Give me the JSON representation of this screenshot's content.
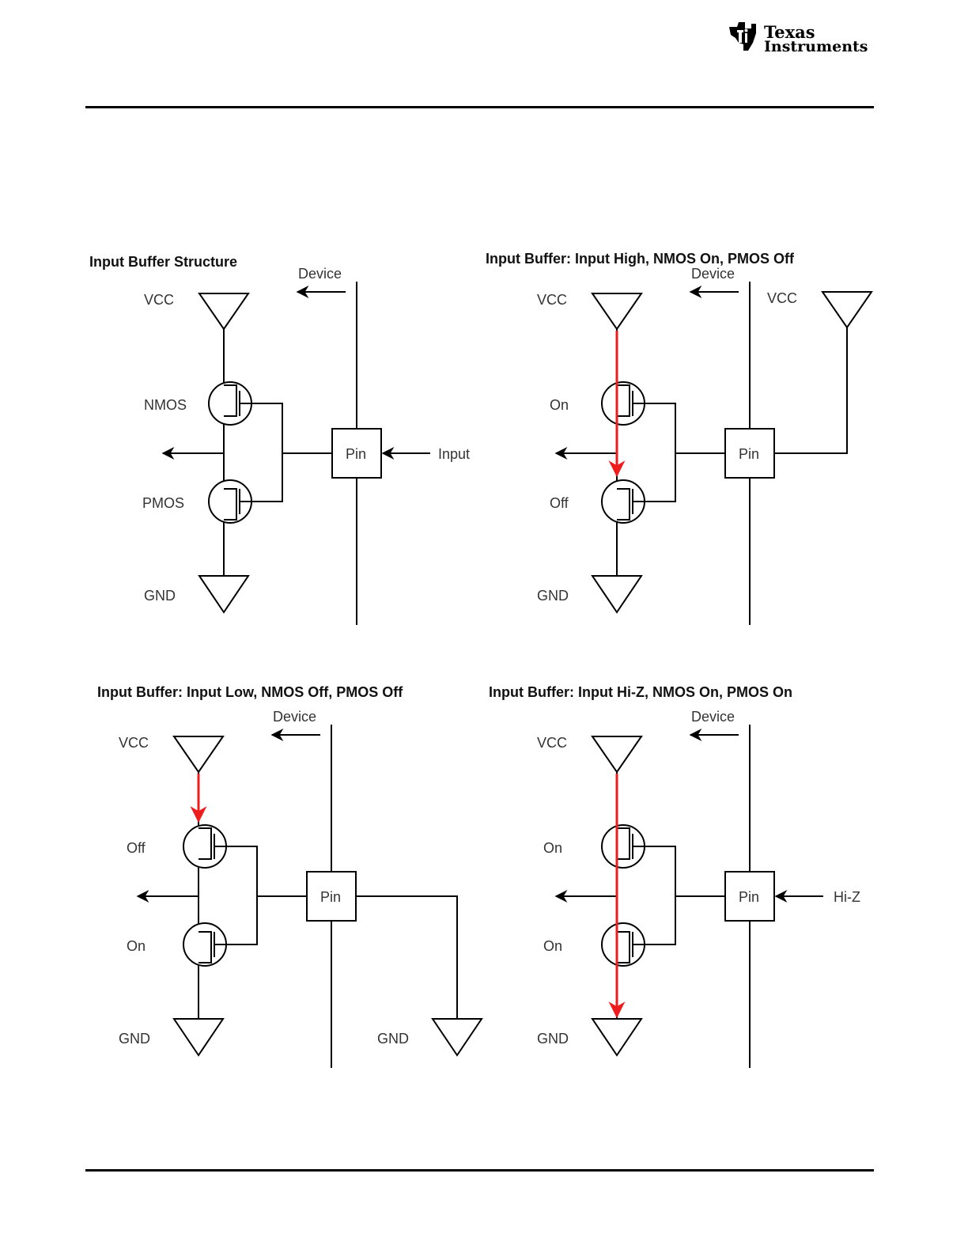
{
  "header": {
    "logo": {
      "line1": "Texas",
      "line2": "Instruments",
      "icon": "ti-logo-icon"
    }
  },
  "colors": {
    "current_path": "#ee1c1c",
    "line": "#000000"
  },
  "panels": [
    {
      "title": "Input Buffer Structure",
      "device": "Device",
      "vcc": "VCC",
      "gnd": "GND",
      "top_transistor": "NMOS",
      "bottom_transistor": "PMOS",
      "pin": "Pin",
      "input": "Input"
    },
    {
      "title": "Input Buffer: Input High, NMOS On, PMOS Off",
      "device": "Device",
      "vcc": "VCC",
      "gnd": "GND",
      "top_transistor": "On",
      "bottom_transistor": "Off",
      "pin": "Pin",
      "ext_vcc": "VCC"
    },
    {
      "title": "Input Buffer: Input Low, NMOS Off, PMOS Off",
      "device": "Device",
      "vcc": "VCC",
      "gnd": "GND",
      "top_transistor": "Off",
      "bottom_transistor": "On",
      "pin": "Pin",
      "ext_gnd": "GND"
    },
    {
      "title": "Input Buffer: Input Hi-Z, NMOS On, PMOS On",
      "device": "Device",
      "vcc": "VCC",
      "gnd": "GND",
      "top_transistor": "On",
      "bottom_transistor": "On",
      "pin": "Pin",
      "input": "Hi-Z"
    }
  ]
}
